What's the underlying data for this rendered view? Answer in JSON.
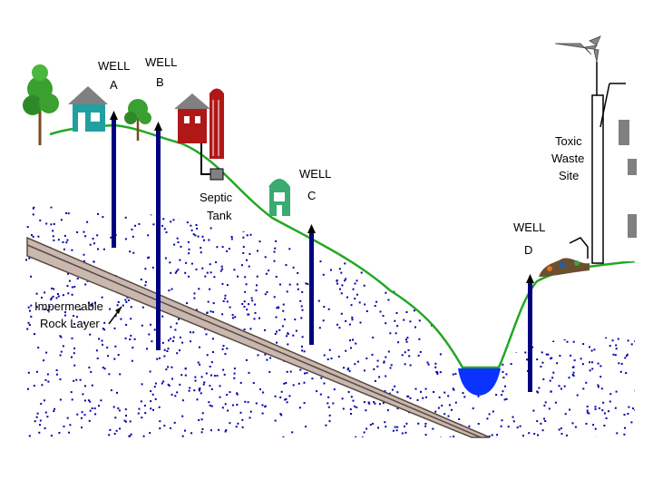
{
  "wells": {
    "a": {
      "line1": "WELL",
      "line2": "A"
    },
    "b": {
      "line1": "WELL",
      "line2": "B"
    },
    "c": {
      "line1": "WELL",
      "line2": "C"
    },
    "d": {
      "line1": "WELL",
      "line2": "D"
    }
  },
  "septic": {
    "line1": "Septic",
    "line2": "Tank"
  },
  "toxic": {
    "line1": "Toxic",
    "line2": "Waste",
    "line3": "Site"
  },
  "rock": {
    "line1": "Impermeable",
    "line2": "Rock Layer"
  },
  "colors": {
    "ground_line": "#22a822",
    "water": "#0a33ff",
    "well_pipe": "#000080",
    "rock_band": "#c8b8b0",
    "soil_dots": "#0000aa",
    "house_teal": "#20a0a0",
    "house_red": "#b01818",
    "house_green": "#3aaa70"
  }
}
